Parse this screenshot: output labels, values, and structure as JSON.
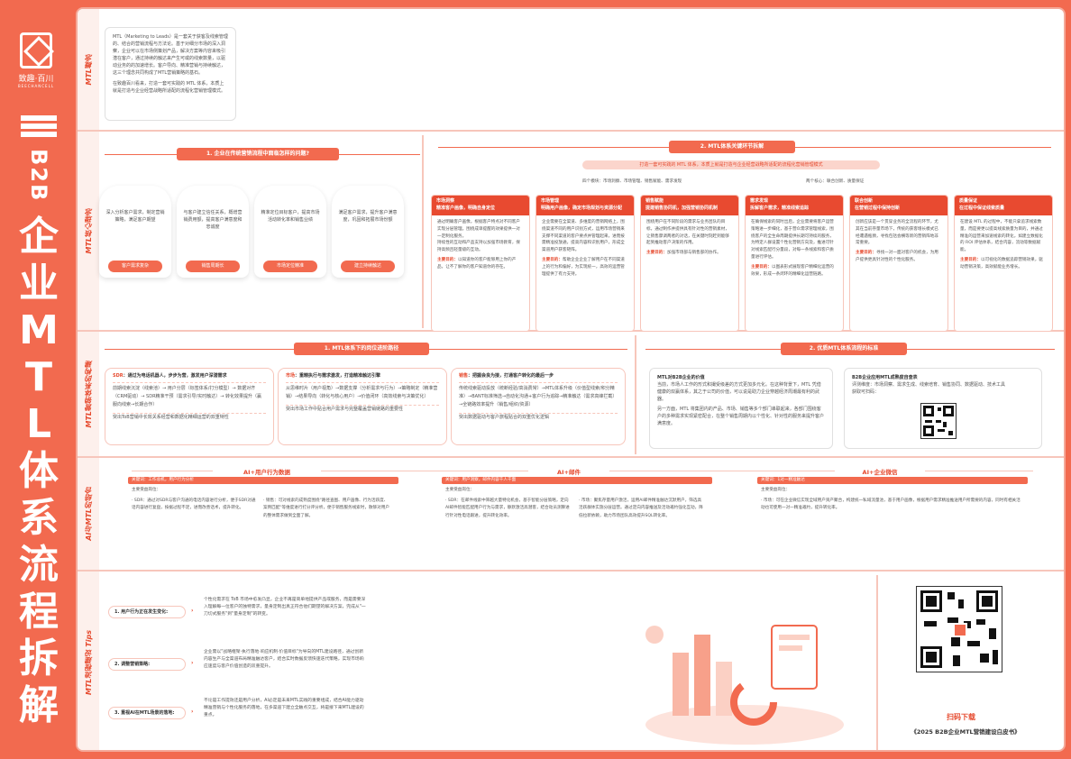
{
  "brand": {
    "name": "致趣·百川",
    "sub": "BEECHANCELL"
  },
  "side_title": {
    "b2b": "B2B",
    "chars": [
      "企",
      "业",
      "M",
      "T",
      "L",
      "体",
      "系",
      "流",
      "程",
      "拆",
      "解"
    ]
  },
  "colors": {
    "accent": "#f26a4f",
    "dark_accent": "#e64a2e"
  },
  "row1": {
    "label": "MTL概念",
    "p1": "MTL（Marketing to Leads）是一套关于获客及线索管理的、结合的营销流程与方法论。基于对细分市场的深入洞察，企业可以在市场侧策划产品，解决方案等内容来吸引潜在客户，通过持续的触达来产生可或的线索数量，以驱动业务的的加速增长。客户导向、精准营销与持续触达，这三个理念共同构成了MTL营销策略的基石。",
    "p2": "在致趣百川看来，打造一套可实践的 MTL 体系，本质上就是打造与企业经营战略所适配的流程化营销管理模式。"
  },
  "row2": {
    "label": "MTL核心理念",
    "s1_title": "1. 企业在传统营销流程中面临怎样的问题?",
    "hexes": [
      {
        "text": "深入分析客户需求，制定营销策略，满足客户期望",
        "btn": "客户需求复杂"
      },
      {
        "text": "与客户建立信任关系，概增营销费用额，提高客户满意度和忠诚度",
        "btn": "销售周期长"
      },
      {
        "text": "精准定位目标客户，提高市场活动转化率和销售业绩",
        "btn": "市场定位精准"
      },
      {
        "text": "满足客户需求，提升客户满意度，巩固和拓展市场份额",
        "btn": "建立持续触达"
      }
    ],
    "s2_title": "2. MTL体系关键环节拆解",
    "s2_banner": "打造一套可实践的 MTL 体系，本质上就是打造与企业经营战略所适配的流程化营销管理模式",
    "s2_tag_left": "四个模块：市场洞察、市场管理、销售赋能、需求发现",
    "s2_tag_right": "两个核心：联合创新、质量保证",
    "cols": [
      {
        "head": "市场洞察\n精准客户画像，明确自身定位",
        "body": "通过明确客户画像，根据客户特点对不同客户实现分层管理。围绕成单提醒的效果提供一对一定制化服务。\n持续性的互动和产品支持以加强市场教育，保持高频且轻量级的互动。",
        "goal_label": "主要目的：",
        "goal": "以知道你的客户能够用上你的产品，让不了解你的客户知道你的存在。"
      },
      {
        "head": "市场管理\n明确用户画像，确定市场规划与资源分配",
        "body": "企业需要在全渠道、多维度的营销网络上，围绕渠道不同的用户识别方式，运用市场营销来支撑不同渠道的客户要点并管理起来，进而按需精准投放通，提高内容和识别用户，形成全渠道用户获客矩阵。",
        "goal_label": "主要目的：",
        "goal": "帮助企业企业了解用户在不同渠道上的行为和偏好，为实现统一，高效的运营管理提供了有力支持。"
      },
      {
        "head": "销售赋能\n提建销售协同机，加强营销协同机制",
        "body": "围绕用户在不同阶段的需求与业务团队的目标，通过制作并提供具有针对性的营销素材，让销售骤调两者的对话，在关键时刻赶到能够起到推动客户决策的作用。",
        "goal_label": "主要目的：",
        "goal": "加强市场部与销售部的协作。"
      },
      {
        "head": "需求发现\n拆解客户需求，精准线索追踪",
        "body": "在确保线索的同时出后，企业需要将客户运营策略进一步细化，基于营众需求管理线索，围绕客户的全生命周期提供长期可持续的服务，为特定人群设置个性化营销方向及，推进可针对线索匹配行分量段，对每一条线索和客户质量进行评估。",
        "goal_label": "主要目的：",
        "goal": "以图表形式展现客户精细化运营的效果，形成一条闭环的精细化运营链路。"
      },
      {
        "head": "联合创新\n在营销过程中保持创新",
        "body": "创新应该是一个贯穿业务的全流程的环节，尤其在当前存量市场下，传统的获客增长模式已经遭遇瓶颈，寻找包括会横等新的营销阵地非常重要。",
        "goal_label": "主要目的：",
        "goal": "寻找一对一面对客户的机会，为用户提供更具针对性的个性化服务。"
      },
      {
        "head": "质量保证\n在过程中保证线索质量",
        "body": "在建设 MTL 的过程中，不能只拿追求线索数量，而是要更以提高线索质量为目的，并通过精准的运营来加速线索的转化，如建立数据化的 ROI 评估体系，结合内容，流动等数据赋能。",
        "goal_label": "主要目的：",
        "goal": "以可视化的数据追踪营销效果，驱动营销决策，高效赋能业务增长。"
      }
    ]
  },
  "row3": {
    "label": "MTL营销体系的构建",
    "s1_title": "1. MTL体系下的岗位进阶路径",
    "boxes": [
      {
        "head": "SDR",
        "head_rest": "：通过为电话机器人，步步为营，激发用户深潜需求",
        "body": "前期线索沉淀（线索池）→ 用户分层（标签体系/打分模型）→ 数据对齐（CRM驱动）→ SDR精准干预（需求引导/实时触达）→ 转化效果提升（赢服向线索→长期合作）",
        "foot": "突出ToB营销中长效关系经营和数据化精细运营的双重特性"
      },
      {
        "head": "市场",
        "head_rest": "：重精执行与需求激发，打造精准触达引擎",
        "body": "从思维时片（用户视角）→数据支撑（分析需求与行为）→策略制定（精准营销）→结果导向（转化与核心用户）→价值闭环（高效线索与决策优化）",
        "foot": "突出市场工作中贴合用户需求与完整覆盖营销链路的重要性"
      },
      {
        "head": "销售",
        "head_rest": "：把握会良为接，打通客户转化的最后一步",
        "body": "传统线索驱动投放（统断经验/高消费常）→MTL体系升级（价值型线索/积分精准）→BANT标准筛选→自动化沟通+客户行为追踪→精准触达（需求高峰拦截）→全链路效率提升（销售/组织/资源）",
        "foot": "突出数据驱动与客户旅程贴合的双重优化逻辑"
      }
    ],
    "s2_title": "2. 优质MTL体系流程的标准",
    "std_left_title": "MTL对B2B企业的价值",
    "std_left_p1": "当前，市场人工作的形式和撮受级差的方式更加多元化。在这种背景下，MTL 凭借健康的双赢体系，其之于公司的价值，可以说是助力企业穿越经济周潮最有利的武器。",
    "std_left_p2": "另一方面，MTL 将集团内的产品、市场、销售等多个部门串联起来，各部门围绕客户的多种需求实现紧密配合，在整个销售周期内以个性化、针对性的服务来提升客户满意度。",
    "std_right_title": "B2B企业应用MTL成熟度自查表",
    "std_right_p": "评测维度：市场洞察、需求生成、线索培育、销售协同、数据驱动、技术工具\n获取可扫码："
  },
  "row4": {
    "label": "AI与MTL的结合",
    "cols": [
      {
        "head": "AI+用户行为数据",
        "bar": "关键词：工作总机，用户行为分析",
        "lead": "主要受益岗位：",
        "a": "· SDR：通过对SDR与客户沟通的电话内容进行分析，便于SDR对通话内容进行复盘，按据过程不足，进而改善话术，提升转化。",
        "b": "· 销售：可对线索的成熟度围绕\"路径查图、用户画像、行为活跃度、案例匹配\"等维度进行打分评分析，便于销售服务线索时，散够对用户的整体需求做到全面了解。"
      },
      {
        "head": "AI+邮件",
        "bar": "关键词：用户洞察，邮件内容千人千面",
        "lead": "主要受益岗位：",
        "a": "· SDR：在邮件线索中筛越大量特化机会，基于智能分层策略，定向AI邮件智能匹配用户行为与需求，静默激活高潜客，结合动员测算进行针对性电话跟进，提升转化效率。",
        "b": "· 市场：聚焦存量用户激活，运用AI邮件精准触达沉默用户，筛选高活跃群体实施分层运营。通过定向内容推送及活动邀约强化互动，降低拉新依赖，助力市场团队高效提升SQL转化率。"
      },
      {
        "head": "AI+企业微信",
        "bar": "关键词：1对一精准触达",
        "lead": "主要受益岗位：",
        "a": "· 市场：可在企业微信实现全域用户资产聚合，构建统一私域流量池，基于用户画像，根据用户需求精准推送用户所需要的内容，同时有相关活动也可使用一对一精准邀约，提升转化率。",
        "b": ""
      }
    ]
  },
  "row5": {
    "label": "MTL流程建设 Tips",
    "tips": [
      {
        "label": "1. 用户行为正在发生变化:",
        "text": "个性化需求在 ToB 市场中愈发凸显，企业不再是简单地提供产品或服务，而是需要深入理解每一位客户的独特需求，量身定制出真正符合他们期望的解决方案，完成从\"一刀切式服务\"到\"量身定制\"的转变。"
      },
      {
        "label": "2. 调整营销策略:",
        "text": "企业需以\"战略框架·执行落地·响应机制·价值目标\"为导向的MTL建设路径，通过创新内容生产与全渠道布局精准触达客户，结合实时数据反馈快速迭代策略，实现市场响应速度与客户价值创造的双重提升。"
      },
      {
        "label": "3. 重视AI在MTL场景的落地:",
        "text": "不论是工作提效还是用户分析，AI必定是未来MTL实践的重要组成，结合AI能力驱动精准营销与个性化服务的落地，在多渠道下建立全触点交互，将是接下来MTL建设的重点。"
      }
    ],
    "download": "扫码下载",
    "book": "《2025 B2B企业MTL营销建设白皮书》"
  }
}
